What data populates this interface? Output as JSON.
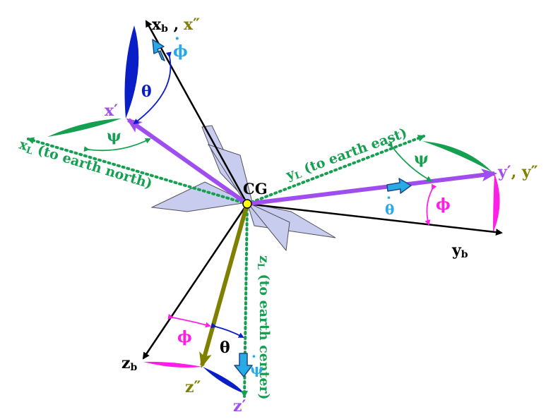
{
  "colors": {
    "body_axis": "#000000",
    "intermediate_axis": "#a04df0",
    "second_intermediate_axis": "#808000",
    "local_axis": "#14a050",
    "psi_arc": "#14a050",
    "theta_arc": "#0a1ec8",
    "phi_arc": "#ff1ee6",
    "rate_arrow": "#28aae6",
    "aircraft_fill": "#c8cdf0",
    "aircraft_stroke": "#50505a",
    "cg_fill": "#ffff00"
  },
  "labels": {
    "xb": "x",
    "xb_sub": "b",
    "xb_sep": " ,",
    "x_double": "x″",
    "x_prime": "x′",
    "xl": "x",
    "xl_sub": "L",
    "xl_desc": " (to earth north)",
    "yl": "y",
    "yl_sub": "L",
    "yl_desc": " (to earth east)",
    "y_prime": "y′",
    "y_sep": ", ",
    "y_double": "y″",
    "yb": "y",
    "yb_sub": "b",
    "zl": "z",
    "zl_sub": "L",
    "zl_desc": " (to earth center)",
    "zb": "z",
    "zb_sub": "b",
    "z_double": "z″",
    "z_prime": "z′",
    "cg": "CG",
    "psi_top": "ψ",
    "psi_right": "ψ",
    "psi_dot": "ψ",
    "theta_top": "θ",
    "theta_bottom": "θ",
    "theta_dot": "θ",
    "phi_right": "ϕ",
    "phi_bottom": "ϕ",
    "phi_dot": "ϕ",
    "dot": "·"
  }
}
